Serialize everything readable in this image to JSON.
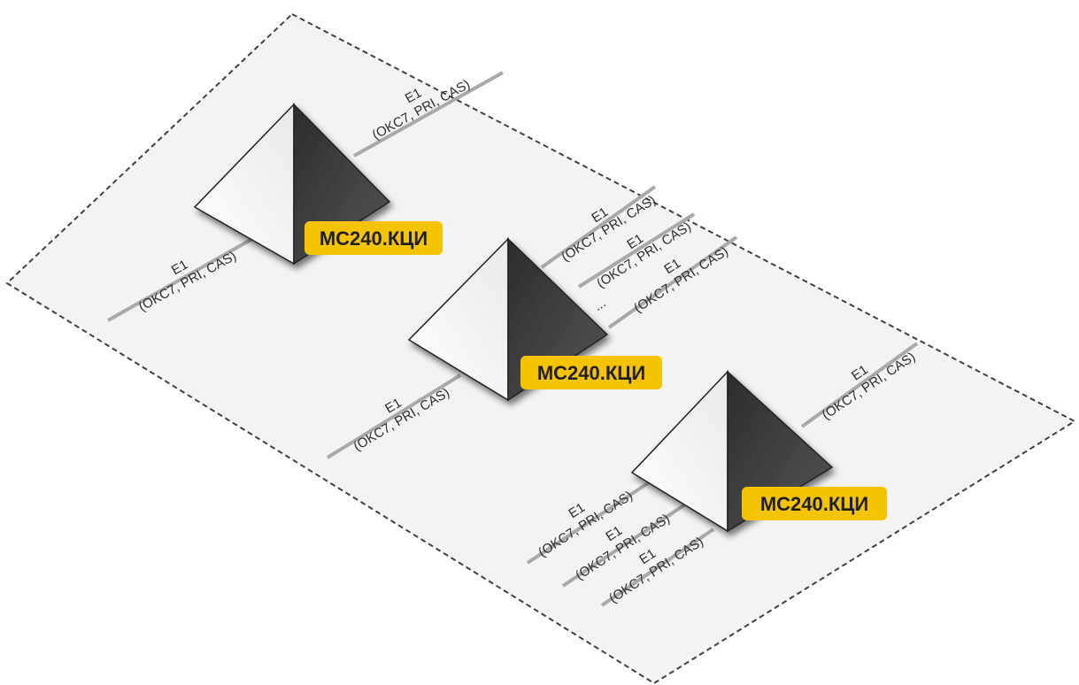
{
  "colors": {
    "zone_fill": "#f3f3f3",
    "zone_border": "#404040",
    "link_line": "#a9a9a9",
    "badge_fill": "#f5c400",
    "pyramid_light": "#ffffff",
    "pyramid_dark": "#3a3a3a"
  },
  "nodes": [
    {
      "label": "MC240.КЦИ",
      "links": [
        {
          "name": "E1",
          "protocols": "(OKC7, PRI, CAS)"
        },
        {
          "name": "E1",
          "protocols": "(OKC7, PRI, CAS)"
        }
      ]
    },
    {
      "label": "MC240.КЦИ",
      "links": [
        {
          "name": "E1",
          "protocols": "(OKC7, PRI, CAS)"
        },
        {
          "name": "E1",
          "protocols": "(OKC7, PRI, CAS)"
        },
        {
          "name": "E1",
          "protocols": "(OKC7, PRI, CAS)"
        },
        {
          "name": "E1",
          "protocols": "(OKC7, PRI, CAS)"
        }
      ],
      "ellipsis": "..."
    },
    {
      "label": "MC240.КЦИ",
      "links": [
        {
          "name": "E1",
          "protocols": "(OKC7, PRI, CAS)"
        },
        {
          "name": "E1",
          "protocols": "(OKC7, PRI, CAS)"
        },
        {
          "name": "E1",
          "protocols": "(OKC7, PRI, CAS)"
        },
        {
          "name": "E1",
          "protocols": "(OKC7, PRI, CAS)"
        }
      ]
    }
  ]
}
